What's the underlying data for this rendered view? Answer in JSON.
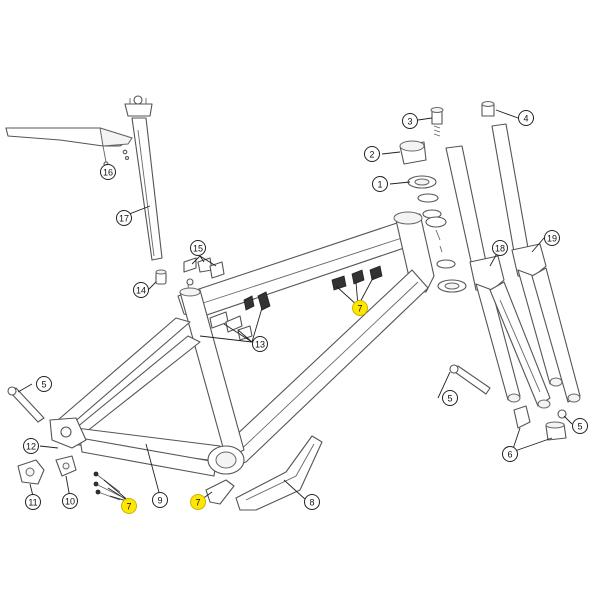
{
  "callouts": [
    {
      "id": "c1",
      "label": "1"
    },
    {
      "id": "c2",
      "label": "2"
    },
    {
      "id": "c3",
      "label": "3"
    },
    {
      "id": "c4",
      "label": "4"
    },
    {
      "id": "c5a",
      "label": "5"
    },
    {
      "id": "c5b",
      "label": "5"
    },
    {
      "id": "c5c",
      "label": "5"
    },
    {
      "id": "c6",
      "label": "6"
    },
    {
      "id": "c7a",
      "label": "7",
      "highlight": true
    },
    {
      "id": "c7b",
      "label": "7",
      "highlight": true
    },
    {
      "id": "c7c",
      "label": "7",
      "highlight": true
    },
    {
      "id": "c8",
      "label": "8"
    },
    {
      "id": "c9",
      "label": "9"
    },
    {
      "id": "c10",
      "label": "10"
    },
    {
      "id": "c11",
      "label": "11"
    },
    {
      "id": "c12",
      "label": "12"
    },
    {
      "id": "c13",
      "label": "13"
    },
    {
      "id": "c14",
      "label": "14"
    },
    {
      "id": "c15",
      "label": "15"
    },
    {
      "id": "c16",
      "label": "16"
    },
    {
      "id": "c17",
      "label": "17"
    },
    {
      "id": "c18",
      "label": "18"
    },
    {
      "id": "c19",
      "label": "19"
    }
  ],
  "colors": {
    "highlight": "#ffe600",
    "line": "#555555",
    "background": "#ffffff"
  }
}
